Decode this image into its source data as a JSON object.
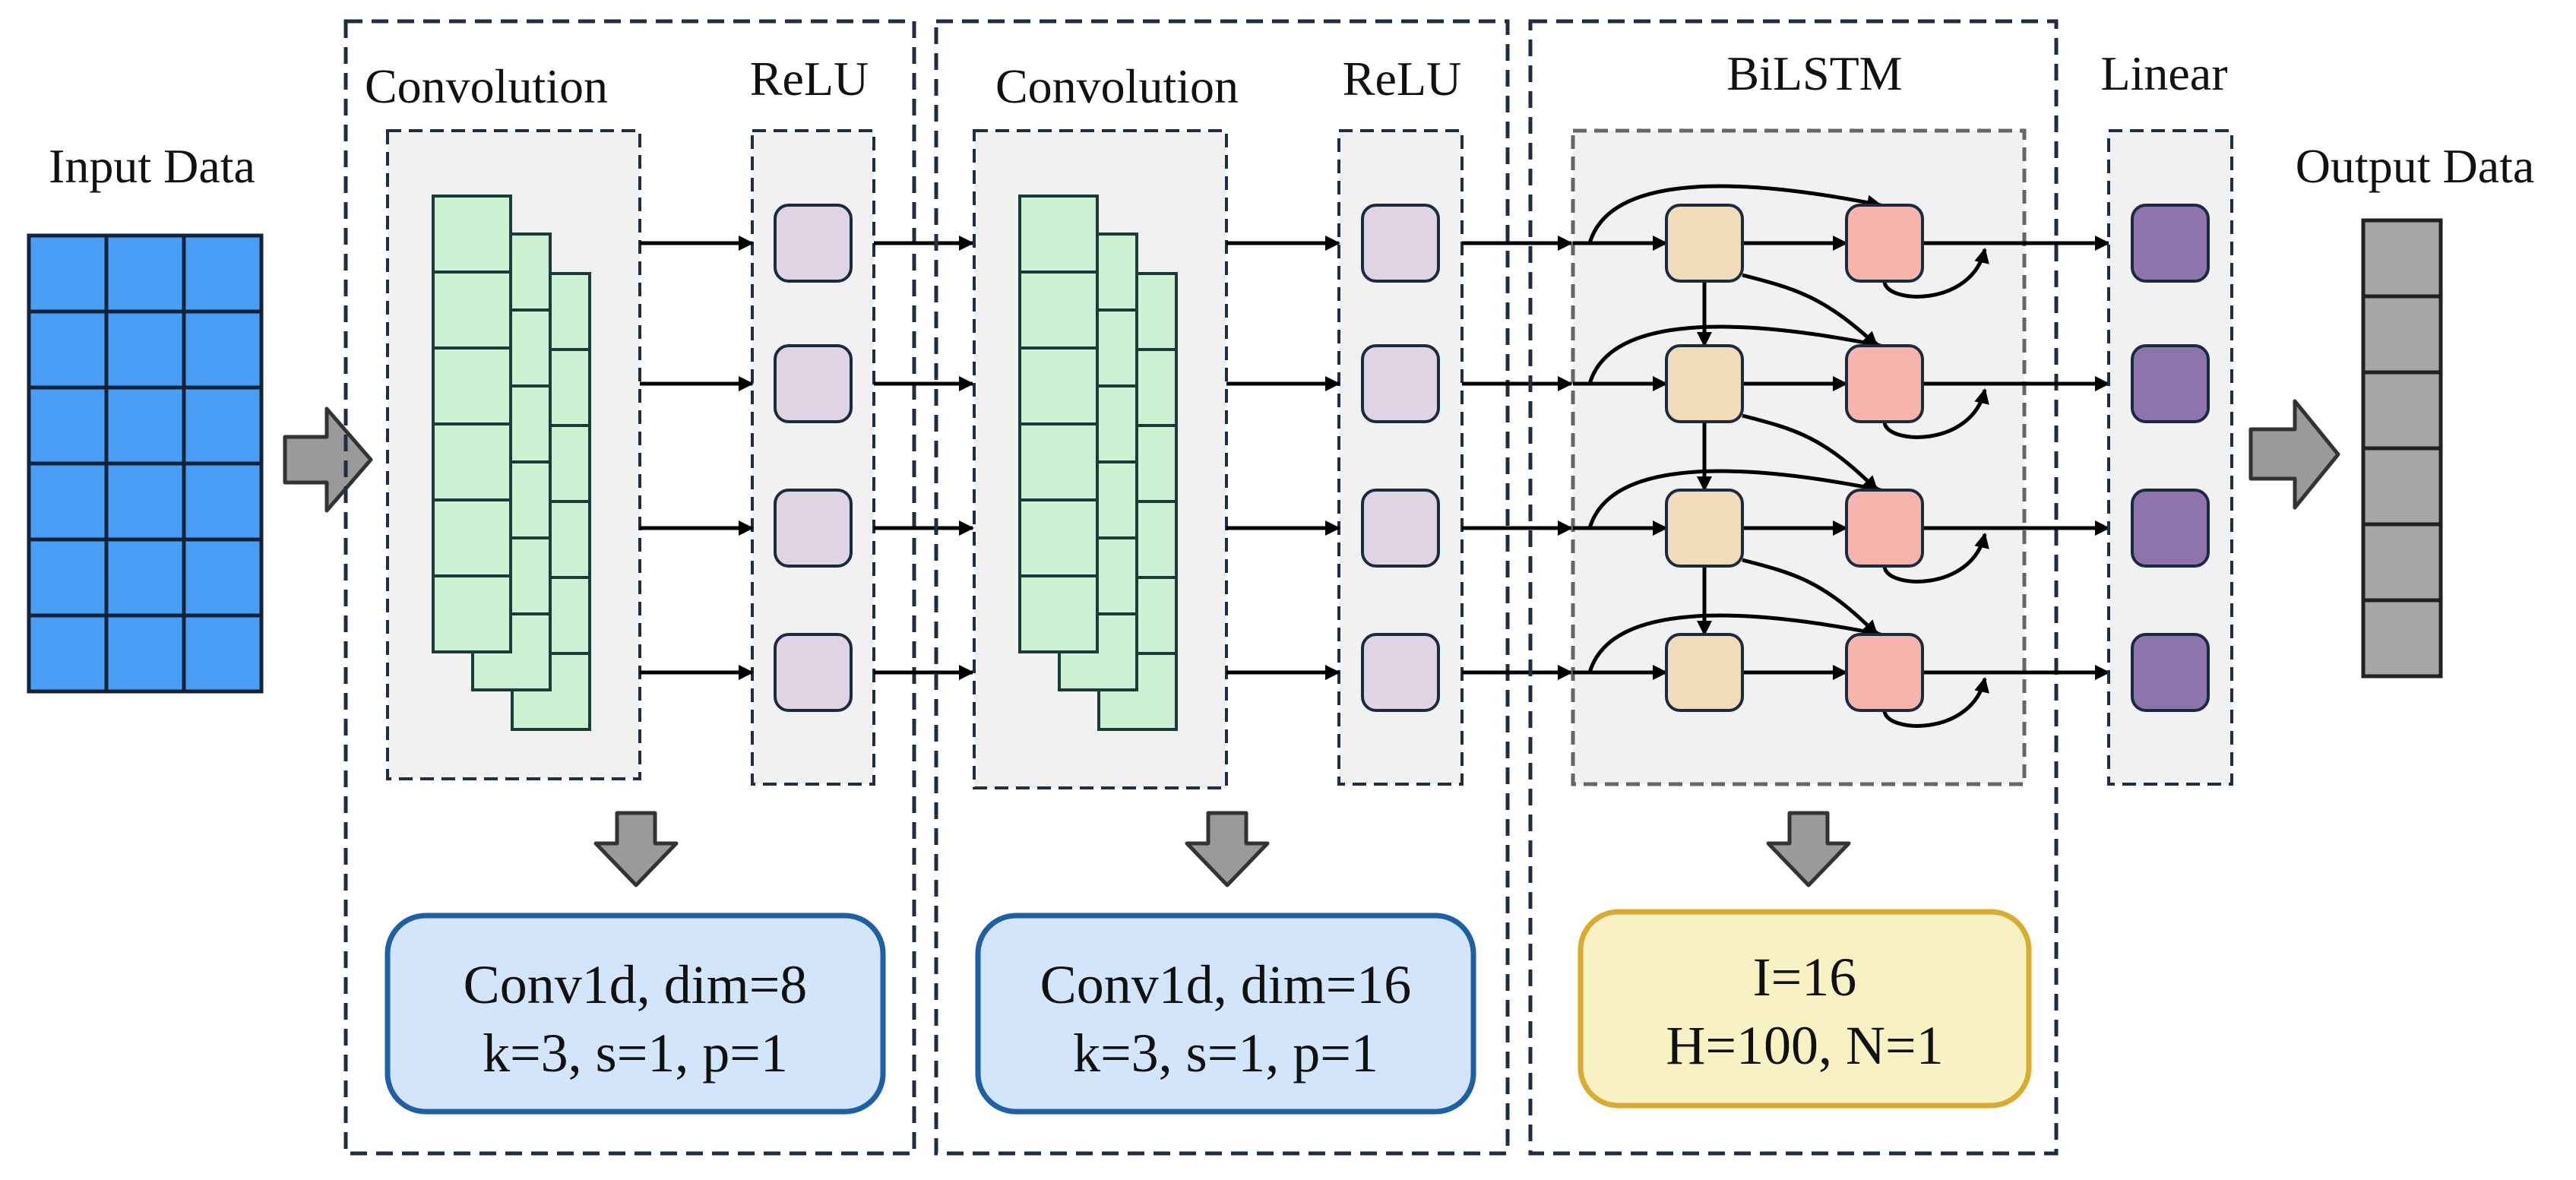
{
  "input_label": "Input Data",
  "output_label": "Output Data",
  "blocks": [
    {
      "layer": "Convolution",
      "activation": "ReLU",
      "config_line1": "Conv1d, dim=8",
      "config_line2": "k=3, s=1, p=1"
    },
    {
      "layer": "Convolution",
      "activation": "ReLU",
      "config_line1": "Conv1d, dim=16",
      "config_line2": "k=3, s=1, p=1"
    }
  ],
  "bilstm": {
    "title": "BiLSTM",
    "config_line1": "I=16",
    "config_line2": "H=100, N=1"
  },
  "linear_label": "Linear",
  "colors": {
    "input_cell": "#4a9ff5",
    "conv_cell": "#cdf0d2",
    "relu_cell": "#e0d3e3",
    "lstm_forward_cell": "#f0dcbb",
    "lstm_backward_cell": "#f5b5ad",
    "linear_cell": "#8e74ad",
    "output_cell": "#a6a6a6",
    "conv_config_fill": "#d3e5fa",
    "conv_config_border": "#1f5fa6",
    "lstm_config_fill": "#f7f1c4",
    "lstm_config_border": "#d8ad2f"
  }
}
